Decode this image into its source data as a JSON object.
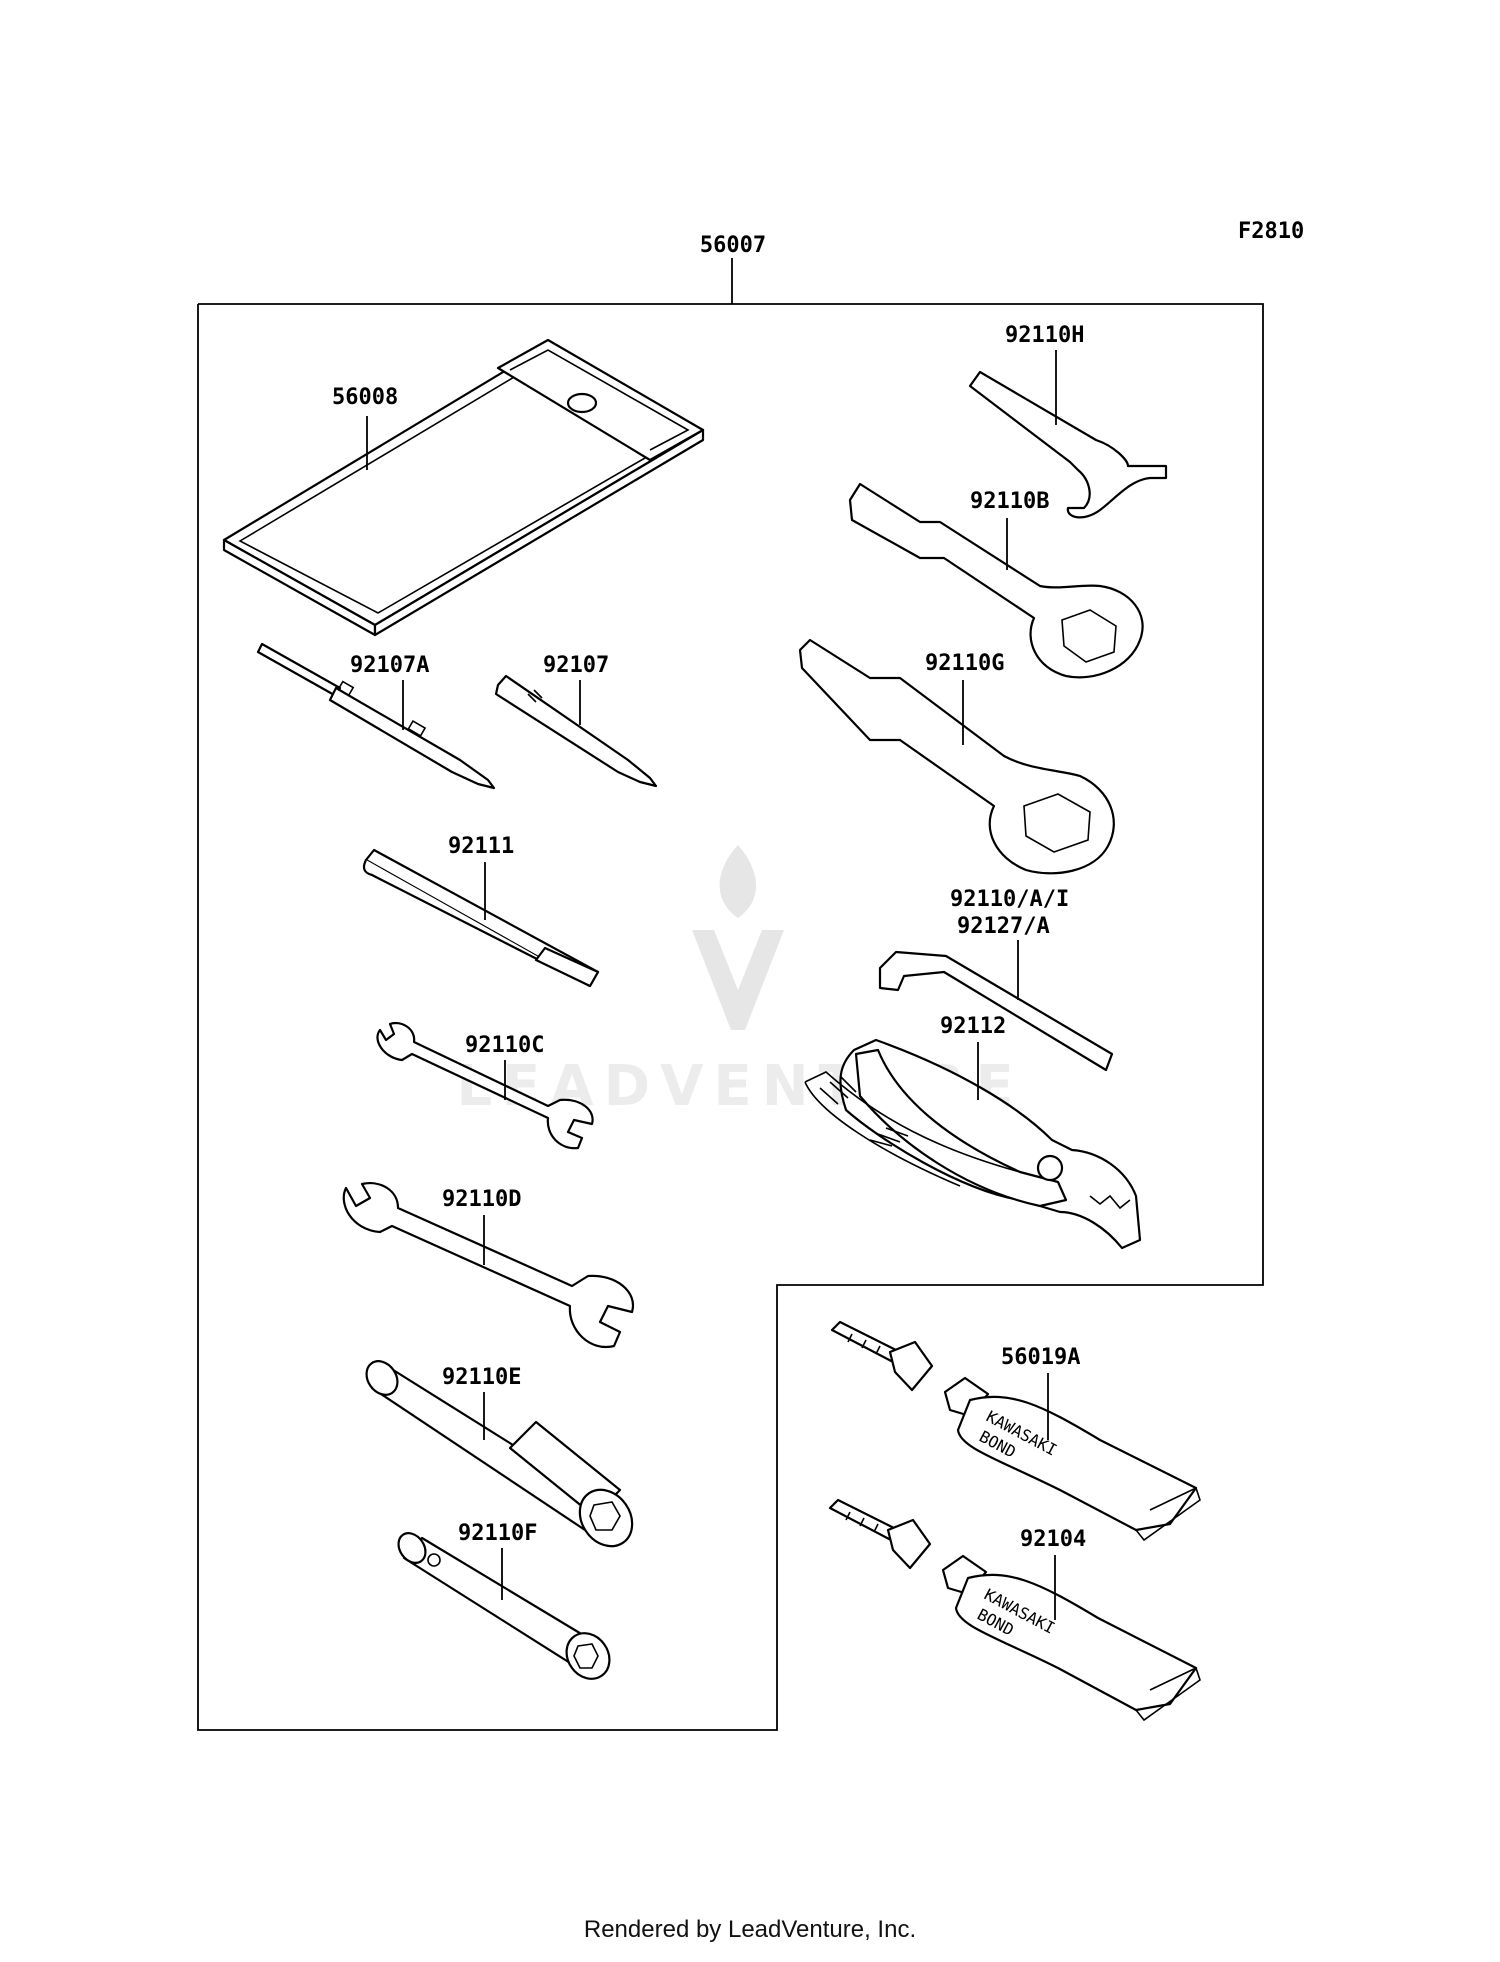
{
  "diagram_id": "F2810",
  "assembly_number": "56007",
  "parts": [
    {
      "ref": "56008",
      "name": "tool-bag"
    },
    {
      "ref": "92107A",
      "name": "screwdriver-bit-a"
    },
    {
      "ref": "92107",
      "name": "screwdriver-bit"
    },
    {
      "ref": "92111",
      "name": "screwdriver-handle"
    },
    {
      "ref": "92110C",
      "name": "open-end-wrench-small"
    },
    {
      "ref": "92110D",
      "name": "open-end-wrench-large"
    },
    {
      "ref": "92110E",
      "name": "box-wrench-long"
    },
    {
      "ref": "92110F",
      "name": "spark-plug-wrench"
    },
    {
      "ref": "92110H",
      "name": "hook-wrench"
    },
    {
      "ref": "92110B",
      "name": "ring-wrench-b"
    },
    {
      "ref": "92110G",
      "name": "ring-wrench-g"
    },
    {
      "ref": "92110/A/I",
      "name": "hex-key-ref-1"
    },
    {
      "ref": "92127/A",
      "name": "hex-key-ref-2"
    },
    {
      "ref": "92112",
      "name": "pliers"
    },
    {
      "ref": "56019A",
      "name": "bond-tube-a"
    },
    {
      "ref": "92104",
      "name": "bond-tube"
    }
  ],
  "tube_label_line1": "KAWASAKI",
  "tube_label_line2": "BOND",
  "watermark": "LEADVENTURE",
  "footer": "Rendered by LeadVenture, Inc."
}
